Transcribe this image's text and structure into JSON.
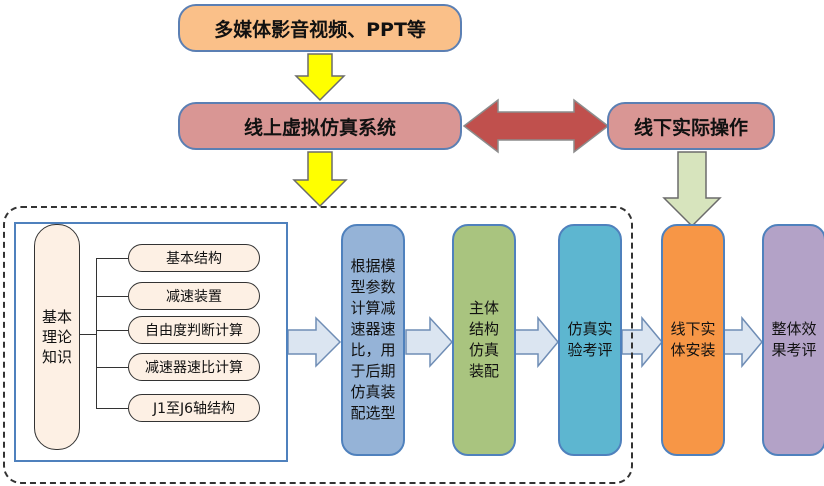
{
  "top": {
    "media": "多媒体影音视频、PPT等"
  },
  "middle": {
    "online_system": "线上虚拟仿真系统",
    "offline_operation": "线下实际操作"
  },
  "knowledge": {
    "label": "基本理论知识",
    "items": [
      "基本结构",
      "减速装置",
      "自由度判断计算",
      "减速器速比计算",
      "J1至J6轴结构"
    ]
  },
  "flow": {
    "step1": "根据模型参数计算减速器速比，用于后期仿真装配选型",
    "step2": "主体结构仿真装配",
    "step3": "仿真实验考评",
    "step4": "线下实体安装",
    "step5": "整体效果考评"
  },
  "colors": {
    "orange_light": "#fac089",
    "rose": "#d99694",
    "yellow_arrow": "#ffff00",
    "blue_box": "#95b3d7",
    "green_box": "#a9c47f",
    "teal_box": "#5db6d0",
    "orange_box": "#f79646",
    "purple_box": "#b3a2c7",
    "red_arrow": "#c0504d",
    "green_arrow": "#d7e4bd",
    "flow_arrow": "#dbe5f1"
  }
}
